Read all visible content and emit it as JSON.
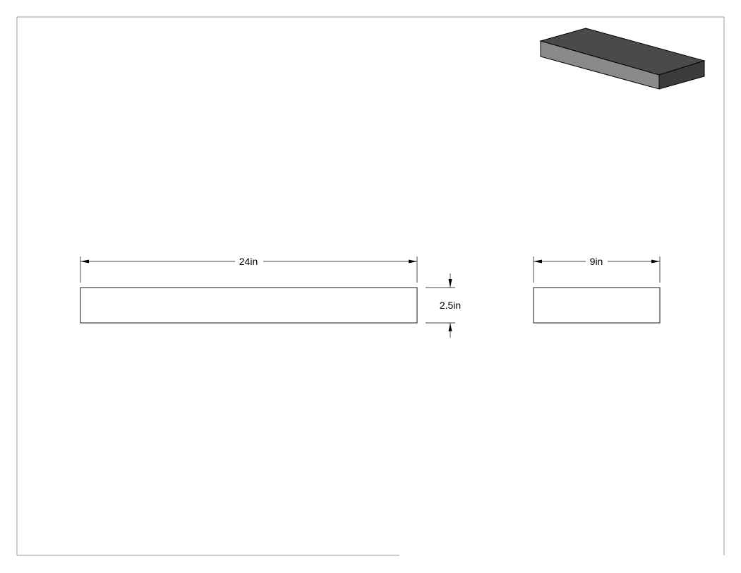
{
  "drawing": {
    "dimensions": {
      "length": "24in",
      "height": "2.5in",
      "width": "9in"
    },
    "iso_view": {
      "colors": {
        "top_face": "#4a4a4a",
        "front_face": "#8a8a8a",
        "side_face": "#3c3c3c",
        "edge": "#000000"
      }
    }
  }
}
